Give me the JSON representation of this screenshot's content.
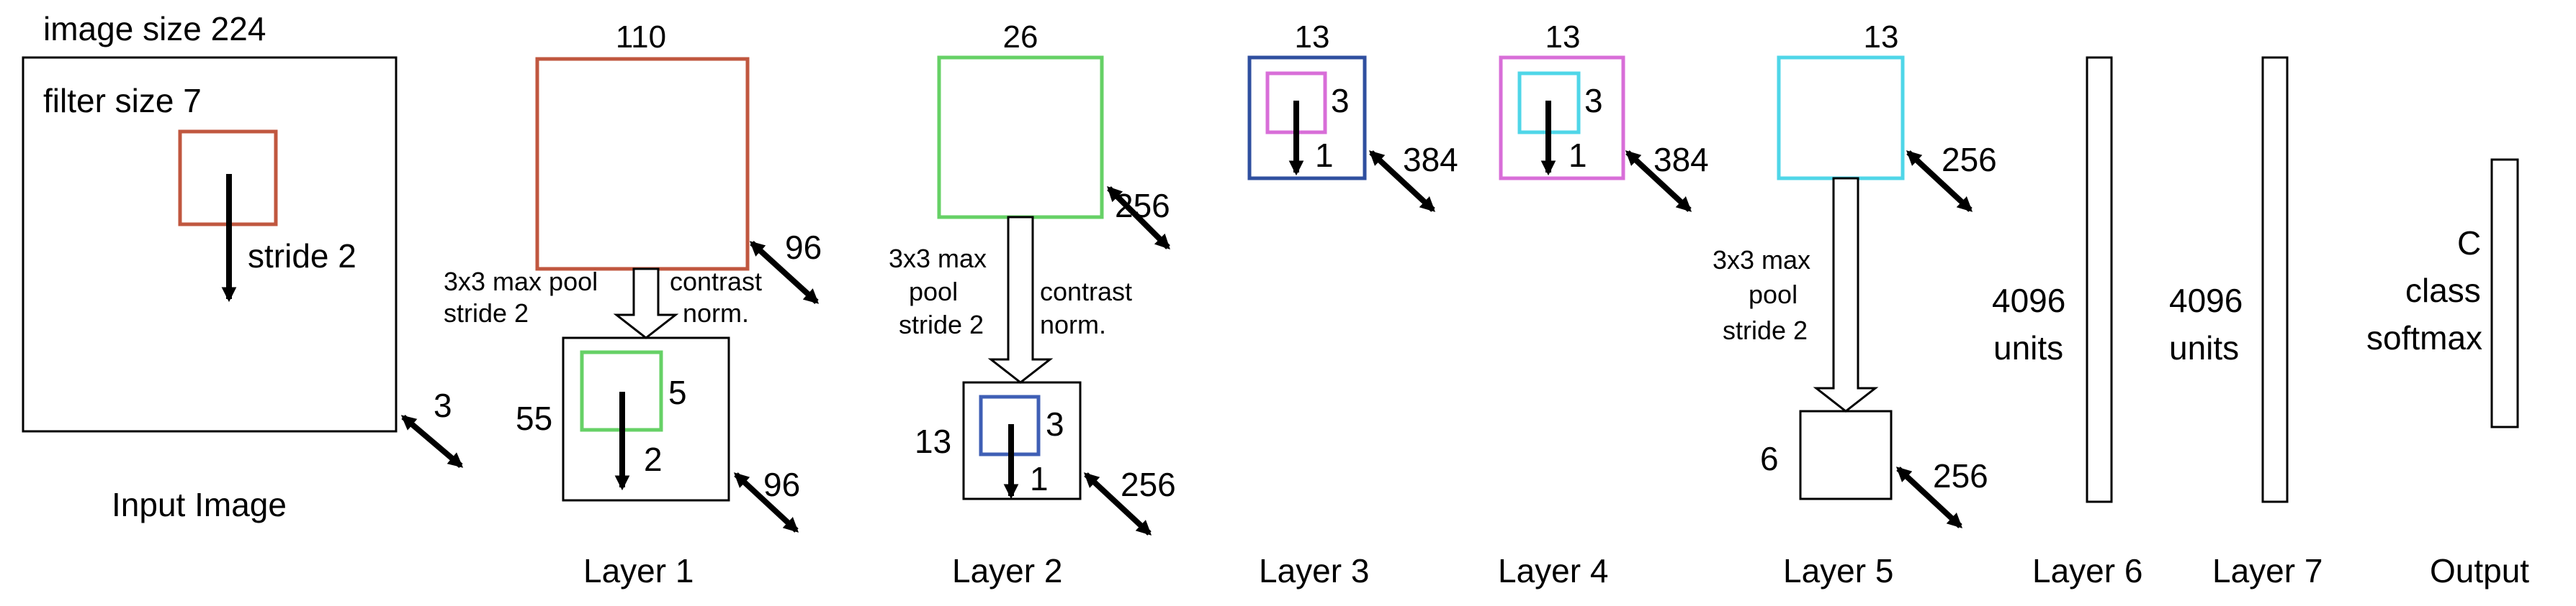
{
  "colors": {
    "filter_input": "#c0573f",
    "layer1_filter": "#66d166",
    "layer2_filter": "#3f5fb5",
    "layer3_outer": "#2f4f9f",
    "layer3_inner": "#d86ed8",
    "layer4_outer": "#d86ed8",
    "layer4_inner": "#4fd6e8",
    "layer5": "#4fd6e8"
  },
  "input": {
    "size_label": "image size 224",
    "filter_label": "filter size 7",
    "stride_label": "stride 2",
    "depth": "3",
    "name": "Input Image"
  },
  "layer1": {
    "size": "110",
    "depth": "96",
    "pool_line1": "3x3 max pool",
    "pool_line2": "stride 2",
    "norm_line1": "contrast",
    "norm_line2": "norm.",
    "pooled_size": "55",
    "filter_size": "5",
    "stride": "2",
    "pooled_depth": "96",
    "name": "Layer 1"
  },
  "layer2": {
    "size": "26",
    "depth": "256",
    "pool_line1": "3x3 max",
    "pool_line2": "pool",
    "pool_line3": "stride 2",
    "norm_line1": "contrast",
    "norm_line2": "norm.",
    "pooled_size": "13",
    "filter_size": "3",
    "stride": "1",
    "pooled_depth": "256",
    "name": "Layer 2"
  },
  "layer3": {
    "size": "13",
    "filter_size": "3",
    "stride": "1",
    "depth": "384",
    "name": "Layer 3"
  },
  "layer4": {
    "size": "13",
    "filter_size": "3",
    "stride": "1",
    "depth": "384",
    "name": "Layer 4"
  },
  "layer5": {
    "size": "13",
    "depth": "256",
    "pool_line1": "3x3 max",
    "pool_line2": "pool",
    "pool_line3": "stride 2",
    "pooled_size": "6",
    "pooled_depth": "256",
    "name": "Layer 5"
  },
  "layer6": {
    "units_line1": "4096",
    "units_line2": "units",
    "name": "Layer 6"
  },
  "layer7": {
    "units_line1": "4096",
    "units_line2": "units",
    "name": "Layer 7"
  },
  "output": {
    "line1": "C",
    "line2": "class",
    "line3": "softmax",
    "name": "Output"
  }
}
